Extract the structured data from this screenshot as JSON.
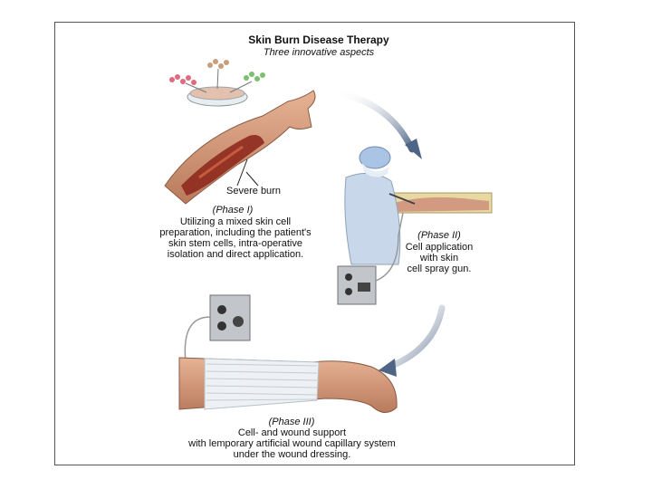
{
  "title": "Skin Burn Disease Therapy",
  "subtitle": "Three innovative aspects",
  "phase1": {
    "label": "(Phase I)",
    "callout": "Severe burn",
    "lines": [
      "Utilizing a mixed skin cell",
      "preparation, including the patient's",
      "skin stem cells, intra-operative",
      "isolation and direct application."
    ]
  },
  "phase2": {
    "label": "(Phase II)",
    "lines": [
      "Cell application",
      "with skin",
      "cell spray gun."
    ]
  },
  "phase3": {
    "label": "(Phase III)",
    "lines": [
      "Cell- and wound support",
      "with lemporary artificial wound capillary system",
      "under the wound dressing."
    ]
  },
  "colors": {
    "arrow": "#5b6f8e",
    "skin": "#d9a07f",
    "burn": "#8e2a1e",
    "gown": "#c8d8ea",
    "device": "#b9bcc0"
  }
}
